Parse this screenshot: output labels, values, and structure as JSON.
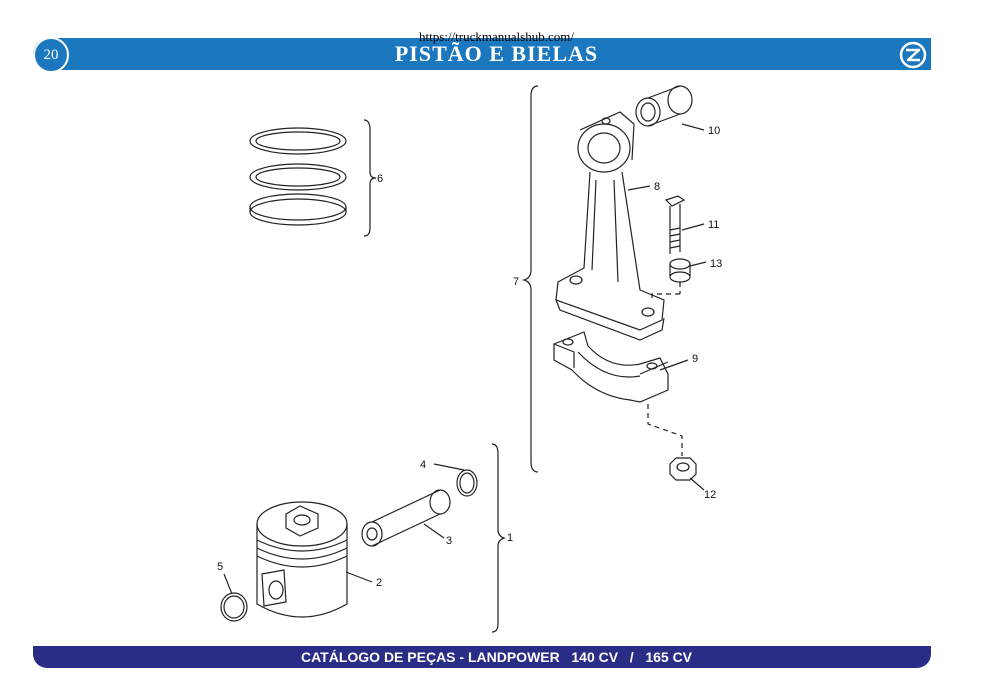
{
  "header": {
    "page_number": "20",
    "url": "https://truckmanualshub.com/",
    "title": "PISTÃO E BIELAS"
  },
  "footer": {
    "text": "CATÁLOGO DE PEÇAS - LANDPOWER   140 CV   /   165 CV"
  },
  "diagram": {
    "callouts": [
      "1",
      "2",
      "3",
      "4",
      "5",
      "6",
      "7",
      "8",
      "9",
      "10",
      "11",
      "12",
      "13"
    ]
  },
  "colors": {
    "header_blue": "#1b78be",
    "footer_navy": "#2a2d86"
  },
  "icons": [
    "brand-logo-icon"
  ]
}
